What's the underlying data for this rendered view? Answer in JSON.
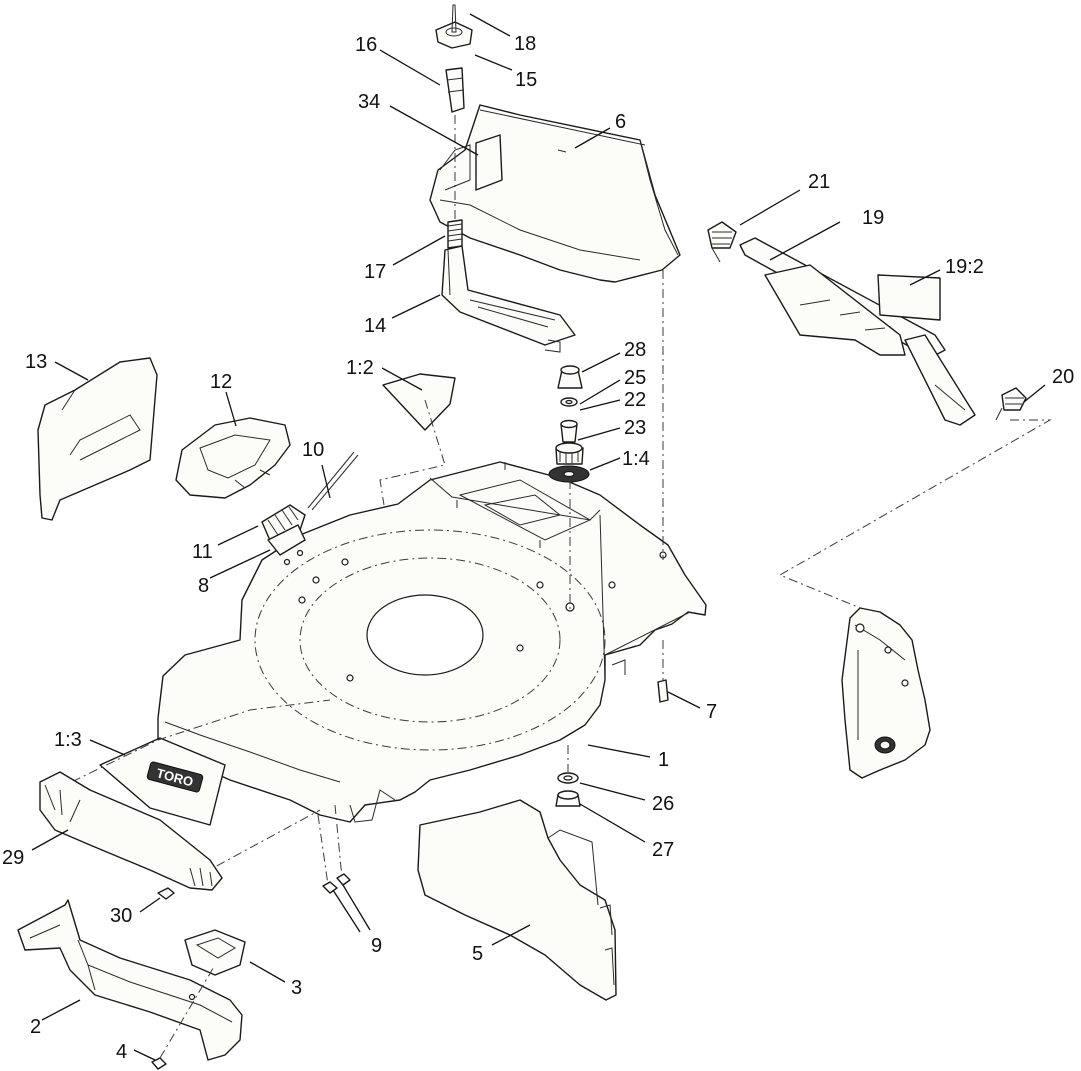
{
  "callouts": [
    {
      "id": "c1",
      "label": "1"
    },
    {
      "id": "c1_2",
      "label": "1:2"
    },
    {
      "id": "c1_3",
      "label": "1:3"
    },
    {
      "id": "c1_4",
      "label": "1:4"
    },
    {
      "id": "c2",
      "label": "2"
    },
    {
      "id": "c3",
      "label": "3"
    },
    {
      "id": "c4",
      "label": "4"
    },
    {
      "id": "c5",
      "label": "5"
    },
    {
      "id": "c6",
      "label": "6"
    },
    {
      "id": "c7",
      "label": "7"
    },
    {
      "id": "c8",
      "label": "8"
    },
    {
      "id": "c9",
      "label": "9"
    },
    {
      "id": "c10",
      "label": "10"
    },
    {
      "id": "c11",
      "label": "11"
    },
    {
      "id": "c12",
      "label": "12"
    },
    {
      "id": "c13",
      "label": "13"
    },
    {
      "id": "c14",
      "label": "14"
    },
    {
      "id": "c15",
      "label": "15"
    },
    {
      "id": "c16",
      "label": "16"
    },
    {
      "id": "c17",
      "label": "17"
    },
    {
      "id": "c18",
      "label": "18"
    },
    {
      "id": "c19",
      "label": "19"
    },
    {
      "id": "c19_2",
      "label": "19:2"
    },
    {
      "id": "c20",
      "label": "20"
    },
    {
      "id": "c21",
      "label": "21"
    },
    {
      "id": "c22",
      "label": "22"
    },
    {
      "id": "c23",
      "label": "23"
    },
    {
      "id": "c25",
      "label": "25"
    },
    {
      "id": "c26",
      "label": "26"
    },
    {
      "id": "c27",
      "label": "27"
    },
    {
      "id": "c28",
      "label": "28"
    },
    {
      "id": "c29",
      "label": "29"
    },
    {
      "id": "c30",
      "label": "30"
    },
    {
      "id": "c34",
      "label": "34"
    }
  ],
  "decal_brand": "TORO"
}
